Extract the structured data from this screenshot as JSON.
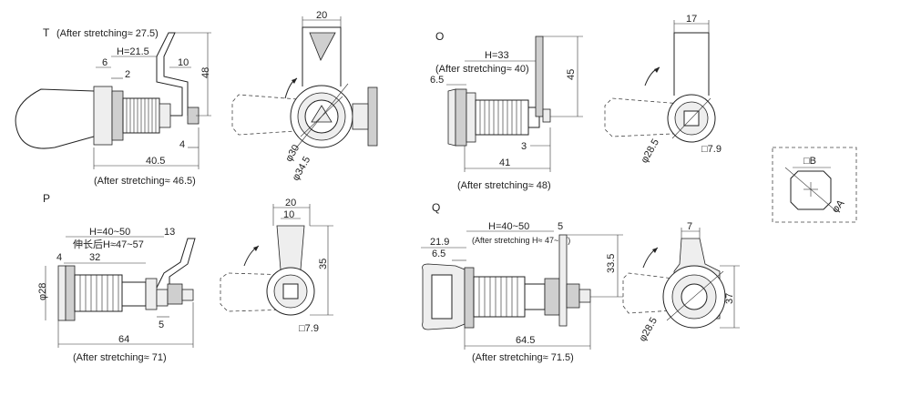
{
  "sections": {
    "T": {
      "letter": "T",
      "stretch_top": "(After stretching≈ 27.5)",
      "stretch_bottom": "(After stretching≈ 46.5)",
      "dims": {
        "h": "H=21.5",
        "d6": "6",
        "d2": "2",
        "d10": "10",
        "d48": "48",
        "d4": "4",
        "d40_5": "40.5",
        "d20": "20",
        "d30": "φ30",
        "d34_5": "φ34.5"
      }
    },
    "O": {
      "letter": "O",
      "stretch_top": "(After stretching≈ 40)",
      "stretch_bottom": "(After stretching≈ 48)",
      "dims": {
        "h": "H=33",
        "d6_5": "6.5",
        "d45": "45",
        "d3": "3",
        "d41": "41",
        "d17": "17",
        "d28_5": "φ28.5",
        "d7_9": "□7.9"
      }
    },
    "detail": {
      "b": "□B",
      "a": "φA"
    },
    "P": {
      "letter": "P",
      "h": "H=40~50",
      "cn": "伸长后H≈47~57",
      "stretch_bottom": "(After stretching≈ 71)",
      "dims": {
        "d13": "13",
        "d4": "4",
        "d32": "32",
        "d28": "φ28",
        "d5": "5",
        "d64": "64",
        "d20": "20",
        "d10": "10",
        "d35": "35",
        "d7_9": "□7.9"
      }
    },
    "Q": {
      "letter": "Q",
      "h": "H=40~50",
      "stretch_h": "(After stretching H≈ 47~57)",
      "stretch_bottom": "(After stretching≈ 71.5)",
      "dims": {
        "d21_9": "21.9",
        "d6_5": "6.5",
        "d5": "5",
        "d33_5": "33.5",
        "d64_5": "64.5",
        "d7": "7",
        "d37": "37",
        "d28_5": "φ28.5"
      }
    }
  }
}
